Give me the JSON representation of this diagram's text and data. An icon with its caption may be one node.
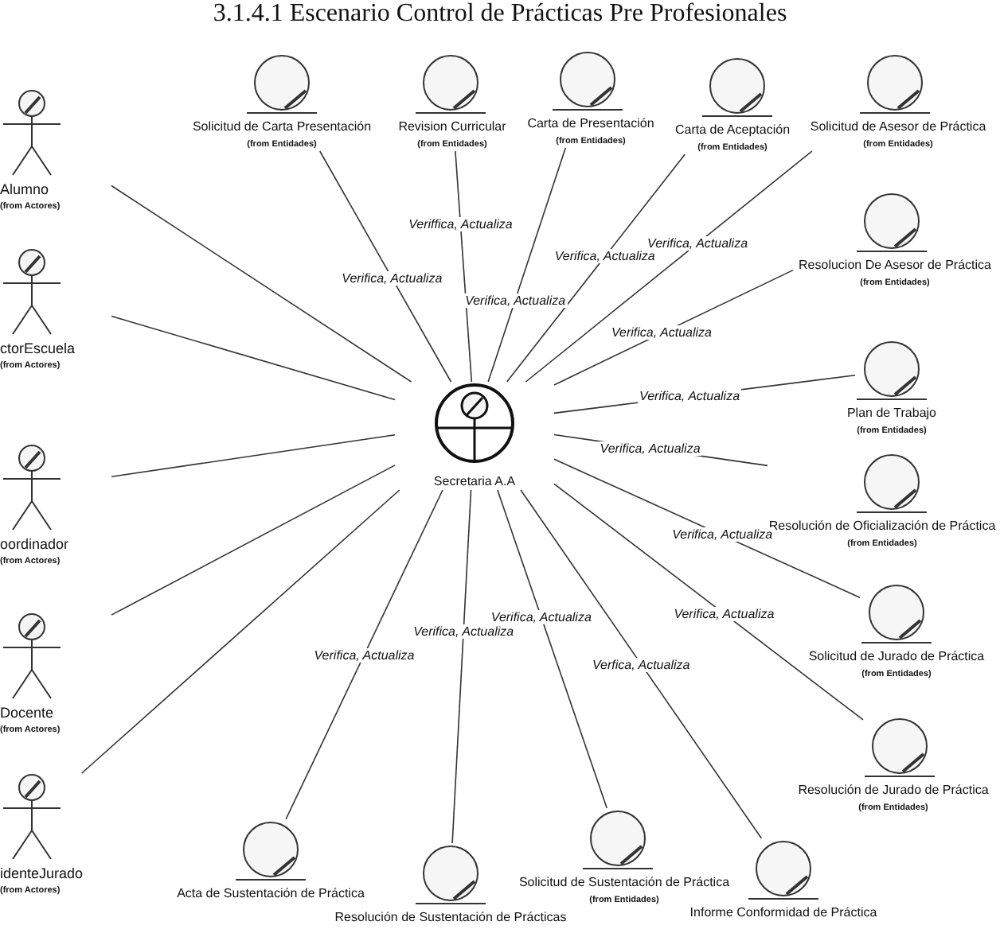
{
  "diagram": {
    "title": "3.1.4.1 Escenario Control de Prácticas Pre Profesionales",
    "nodes": [
      {
        "text": [
          "Alumno",
          "(from Actores)"
        ]
      },
      {
        "text": [
          "ctorEscuela",
          "(from Actores)"
        ]
      },
      {
        "text": [
          "oordinador",
          "(from Actores)"
        ]
      },
      {
        "text": [
          "Docente",
          "(from Actores)"
        ]
      },
      {
        "text": [
          "identeJurado",
          "(from Actores)"
        ]
      },
      {
        "text": [
          "Secretaria A.A"
        ]
      },
      {
        "text": [
          "Solicitud de Carta Presentación",
          "(from Entidades)"
        ]
      },
      {
        "text": [
          "Revision Curricular",
          "(from Entidades)"
        ]
      },
      {
        "text": [
          "Carta de Presentación",
          "(from Entidades)"
        ]
      },
      {
        "text": [
          "Carta de Aceptación",
          "(from Entidades)"
        ]
      },
      {
        "text": [
          "Solicitud de Asesor de Práctica",
          "(from Entidades)"
        ]
      },
      {
        "text": [
          "Resolucion De Asesor de Práctica",
          "(from Entidades)"
        ]
      },
      {
        "text": [
          "Plan de Trabajo",
          "(from Entidades)"
        ]
      },
      {
        "text": [
          "Resolución de Oficialización de Práctica",
          "(from Entidades)"
        ]
      },
      {
        "text": [
          "Solicitud de Jurado de Práctica",
          "(from Entidades)"
        ]
      },
      {
        "text": [
          "Resolución de Jurado de Práctica",
          "(from Entidades)"
        ]
      },
      {
        "text": [
          "Solicitud de Sustentación de Práctica",
          "(from Entidades)"
        ]
      },
      {
        "text": [
          "Informe Conformidad de Práctica"
        ]
      },
      {
        "text": [
          "Acta de Sustentación de Práctica"
        ]
      },
      {
        "text": [
          "Resolución de Sustentación de Prácticas"
        ]
      }
    ],
    "edges": [
      {
        "from": 0,
        "to": 5,
        "arrow": "none"
      },
      {
        "from": 1,
        "to": 5,
        "arrow": "none"
      },
      {
        "from": 2,
        "to": 5,
        "arrow": "none"
      },
      {
        "from": 3,
        "to": 5,
        "arrow": "none"
      },
      {
        "from": 4,
        "to": 5,
        "arrow": "none"
      },
      {
        "from": 5,
        "to": 6,
        "arrow": "none",
        "label": "Verifica, Actualiza"
      },
      {
        "from": 5,
        "to": 7,
        "arrow": "none",
        "label": "Veriffica, Actualiza"
      },
      {
        "from": 5,
        "to": 8,
        "arrow": "none",
        "label": "Verifica, Actualiza"
      },
      {
        "from": 5,
        "to": 9,
        "arrow": "none",
        "label": "Verifica, Actualiza"
      },
      {
        "from": 5,
        "to": 10,
        "arrow": "none",
        "label": "Verifica, Actualiza"
      },
      {
        "from": 5,
        "to": 11,
        "arrow": "none",
        "label": "Verifica, Actualiza"
      },
      {
        "from": 5,
        "to": 12,
        "arrow": "none",
        "label": "Verifica, Actualiza"
      },
      {
        "from": 5,
        "to": 13,
        "arrow": "none",
        "label": "Verifica, Actualiza"
      },
      {
        "from": 5,
        "to": 14,
        "arrow": "none",
        "label": "Verifica, Actualiza"
      },
      {
        "from": 5,
        "to": 15,
        "arrow": "none",
        "label": "Verifica, Actualiza"
      },
      {
        "from": 5,
        "to": 16,
        "arrow": "none",
        "label": "Verifica, Actualiza"
      },
      {
        "from": 5,
        "to": 17,
        "arrow": "none",
        "label": "Verfica, Actualiza"
      },
      {
        "from": 5,
        "to": 18,
        "arrow": "none",
        "label": "Verifica, Actualiza"
      },
      {
        "from": 5,
        "to": 19,
        "arrow": "none",
        "label": "Verifica, Actualiza"
      }
    ]
  }
}
